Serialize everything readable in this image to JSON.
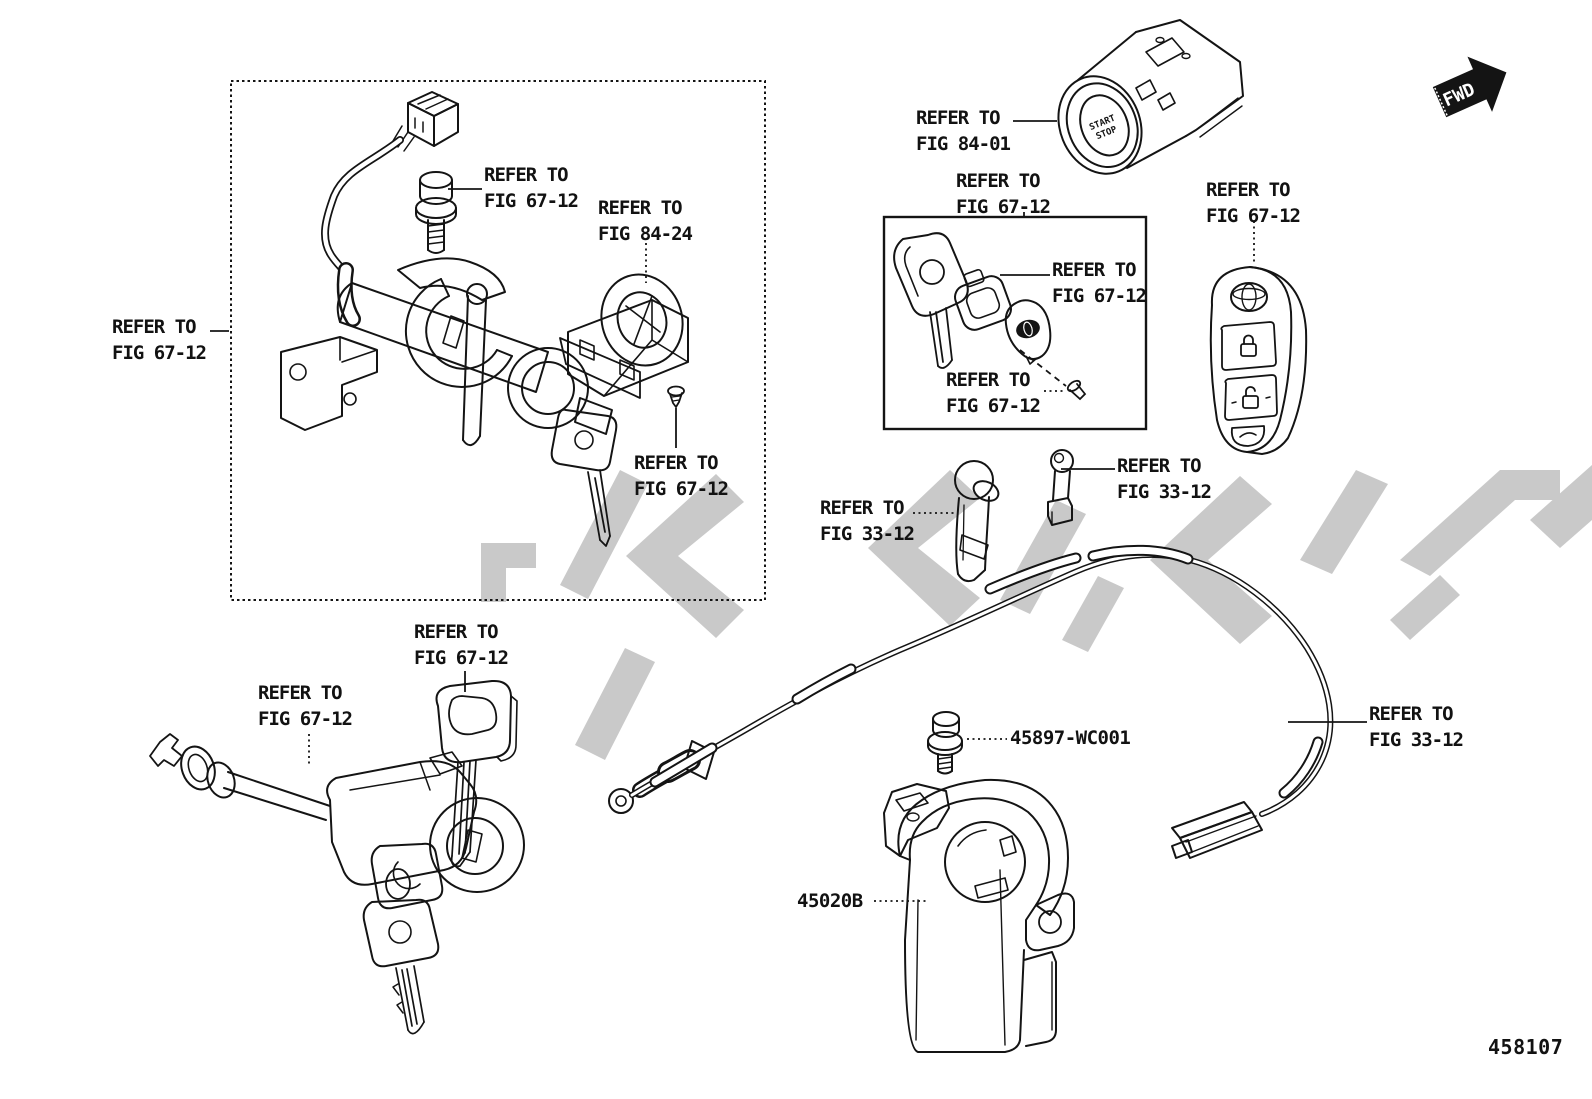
{
  "page": {
    "background": "#ffffff",
    "line_color": "#141414",
    "watermark_color": "#c9c9c9",
    "diagram_number": "458107"
  },
  "fwd_arrow": {
    "label": "FWD"
  },
  "engine_switch_face": {
    "line1": "START",
    "line2": "STOP"
  },
  "callouts": [
    {
      "id": "steering-lock-assembly",
      "line1": "REFER TO",
      "line2": "FIG 67-12"
    },
    {
      "id": "lock-bolt",
      "line1": "REFER TO",
      "line2": "FIG 67-12"
    },
    {
      "id": "transponder-ring",
      "line1": "REFER TO",
      "line2": "FIG 84-24"
    },
    {
      "id": "tapping-screw",
      "line1": "REFER TO",
      "line2": "FIG 67-12"
    },
    {
      "id": "push-start-switch",
      "line1": "REFER TO",
      "line2": "FIG 84-01"
    },
    {
      "id": "key-set-box",
      "line1": "REFER TO",
      "line2": "FIG 67-12"
    },
    {
      "id": "key-pad",
      "line1": "REFER TO",
      "line2": "FIG 67-12"
    },
    {
      "id": "key-cap",
      "line1": "REFER TO",
      "line2": "FIG 67-12"
    },
    {
      "id": "smart-key",
      "line1": "REFER TO",
      "line2": "FIG 67-12"
    },
    {
      "id": "release-lever-left",
      "line1": "REFER TO",
      "line2": "FIG 33-12"
    },
    {
      "id": "release-lever-right",
      "line1": "REFER TO",
      "line2": "FIG 33-12"
    },
    {
      "id": "release-cable",
      "line1": "REFER TO",
      "line2": "FIG 33-12"
    },
    {
      "id": "blank-key",
      "line1": "REFER TO",
      "line2": "FIG 67-12"
    },
    {
      "id": "door-lock-cylinder",
      "line1": "REFER TO",
      "line2": "FIG 67-12"
    }
  ],
  "part_numbers": [
    {
      "id": "clamp-bolt",
      "text": "45897-WC001"
    },
    {
      "id": "lock-cover",
      "text": "45020B"
    }
  ]
}
